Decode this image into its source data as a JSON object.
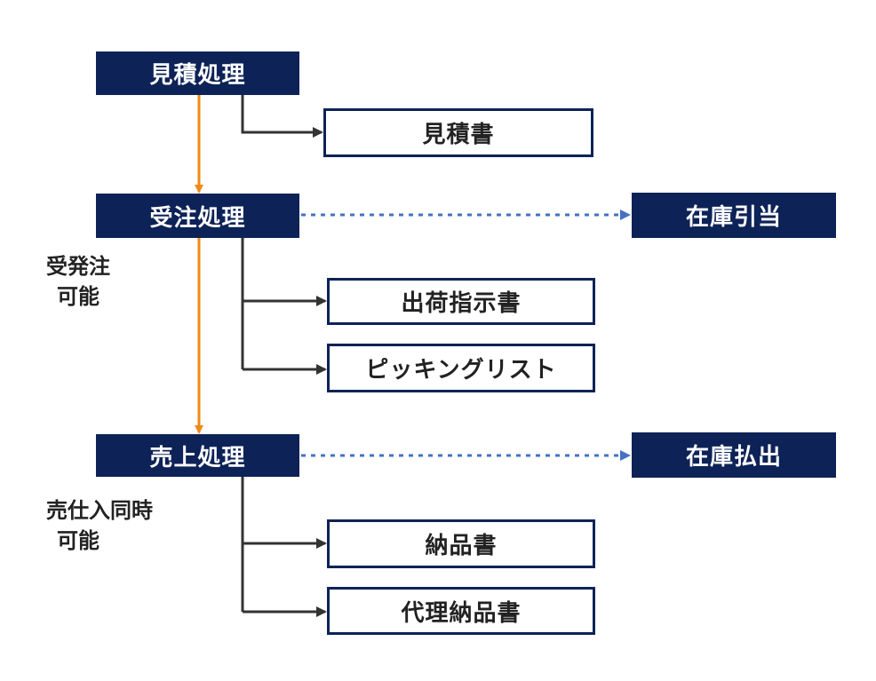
{
  "processes": {
    "estimate": "見積処理",
    "order": "受注処理",
    "sales": "売上処理"
  },
  "documents": {
    "quotation": "見積書",
    "shipping_instruction": "出荷指示書",
    "picking_list": "ピッキングリスト",
    "delivery_note": "納品書",
    "proxy_delivery_note": "代理納品書"
  },
  "inventory": {
    "allocation": "在庫引当",
    "issue": "在庫払出"
  },
  "notes": {
    "order_line1": "受発注",
    "order_line2": "可能",
    "sales_line1": "売仕入同時",
    "sales_line2": "可能"
  },
  "colors": {
    "process_fill": "#0d2257",
    "flow_arrow": "#ee8a17",
    "document_arrow": "#333333",
    "inventory_arrow": "#4472c4"
  }
}
